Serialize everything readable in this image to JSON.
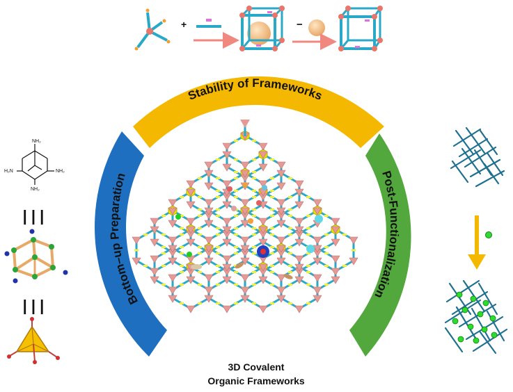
{
  "title": {
    "line1": "3D Covalent",
    "line2": "Organic Frameworks"
  },
  "segments": [
    {
      "label": "Stability of Frameworks",
      "color": "#F5B800"
    },
    {
      "label": "Bottom–up Preparation",
      "color": "#1F6FC0"
    },
    {
      "label": "Post-Functionalization",
      "color": "#52A83C"
    }
  ],
  "scheme": {
    "plus": "+",
    "minus": "−"
  },
  "molecule": {
    "top_group": "NH₂",
    "left_group": "H₂N",
    "right_group": "NH₂",
    "bottom_group": "NH₂",
    "equivalence_1": "| | |",
    "equivalence_2": "| | |"
  },
  "colors": {
    "linker": "#2AA8C8",
    "node": "#E59A95",
    "hexagon": "#E8E000",
    "guest": "#F0C080",
    "arrow": "#F08880",
    "green_dot": "#22CC22",
    "yellow_arrow": "#F5B800"
  }
}
